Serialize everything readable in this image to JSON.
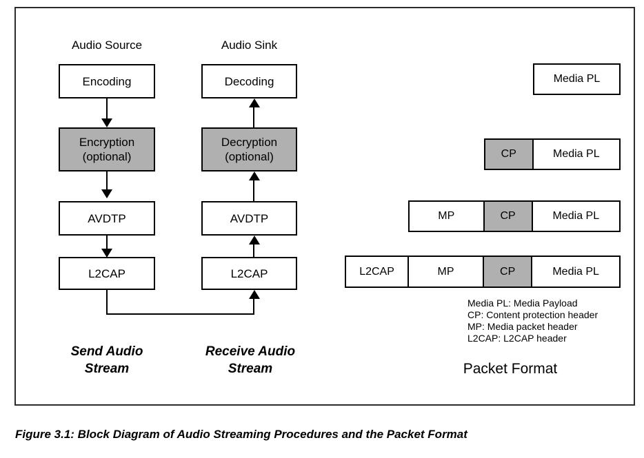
{
  "figure": {
    "caption": "Figure 3.1: Block Diagram of Audio Streaming Procedures and the Packet Format"
  },
  "block_diagram": {
    "columns": [
      {
        "id": "audio-source",
        "header": "Audio Source",
        "stream_caption_line1": "Send Audio",
        "stream_caption_line2": "Stream",
        "boxes": [
          {
            "id": "encoding",
            "label": "Encoding",
            "sublabel": "",
            "shaded": false
          },
          {
            "id": "encryption",
            "label": "Encryption",
            "sublabel": "(optional)",
            "shaded": true
          },
          {
            "id": "avdtp-source",
            "label": "AVDTP",
            "sublabel": "",
            "shaded": false
          },
          {
            "id": "l2cap-source",
            "label": "L2CAP",
            "sublabel": "",
            "shaded": false
          }
        ]
      },
      {
        "id": "audio-sink",
        "header": "Audio Sink",
        "stream_caption_line1": "Receive Audio",
        "stream_caption_line2": "Stream",
        "boxes": [
          {
            "id": "decoding",
            "label": "Decoding",
            "sublabel": "",
            "shaded": false
          },
          {
            "id": "decryption",
            "label": "Decryption",
            "sublabel": "(optional)",
            "shaded": true
          },
          {
            "id": "avdtp-sink",
            "label": "AVDTP",
            "sublabel": "",
            "shaded": false
          },
          {
            "id": "l2cap-sink",
            "label": "L2CAP",
            "sublabel": "",
            "shaded": false
          }
        ]
      }
    ]
  },
  "packet_format": {
    "title": "Packet Format",
    "rows": [
      {
        "id": "row-media-pl",
        "segments": [
          {
            "label": "Media PL",
            "shaded": false
          }
        ]
      },
      {
        "id": "row-cp-media-pl",
        "segments": [
          {
            "label": "CP",
            "shaded": true
          },
          {
            "label": "Media PL",
            "shaded": false
          }
        ]
      },
      {
        "id": "row-mp-cp-media-pl",
        "segments": [
          {
            "label": "MP",
            "shaded": false
          },
          {
            "label": "CP",
            "shaded": true
          },
          {
            "label": "Media PL",
            "shaded": false
          }
        ]
      },
      {
        "id": "row-l2cap-mp-cp-media-pl",
        "segments": [
          {
            "label": "L2CAP",
            "shaded": false
          },
          {
            "label": "MP",
            "shaded": false
          },
          {
            "label": "CP",
            "shaded": true
          },
          {
            "label": "Media PL",
            "shaded": false
          }
        ]
      }
    ],
    "legend": [
      "Media PL: Media Payload",
      "CP: Content protection header",
      "MP: Media packet header",
      "L2CAP: L2CAP header"
    ]
  },
  "colors": {
    "shaded_fill": "#b0b0b0",
    "stroke": "#000000",
    "frame_stroke": "#2b2b2b",
    "background": "#ffffff"
  }
}
